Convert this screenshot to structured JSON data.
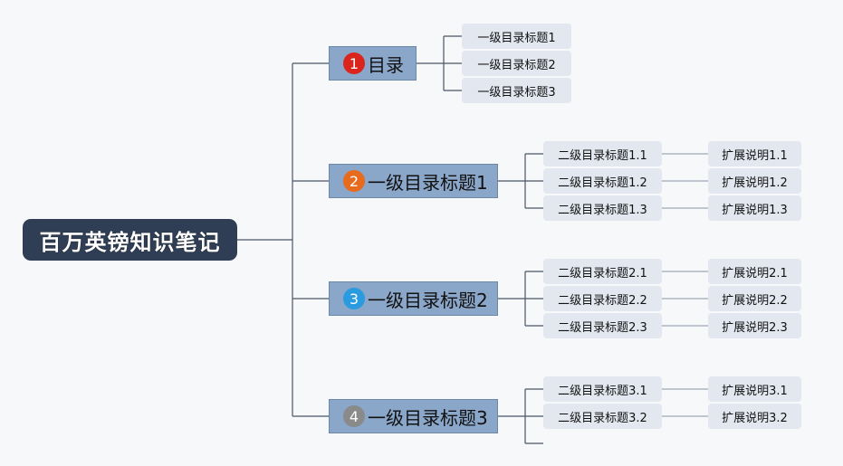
{
  "root": {
    "title": "百万英镑知识笔记"
  },
  "branches": [
    {
      "badge": "1",
      "badge_color": "#d9251c",
      "label": "目录",
      "children": [
        "一级目录标题1",
        "一级目录标题2",
        "一级目录标题3"
      ]
    },
    {
      "badge": "2",
      "badge_color": "#e86a1c",
      "label": "一级目录标题1",
      "children": [
        {
          "label": "二级目录标题1.1",
          "note": "扩展说明1.1"
        },
        {
          "label": "二级目录标题1.2",
          "note": "扩展说明1.2"
        },
        {
          "label": "二级目录标题1.3",
          "note": "扩展说明1.3"
        }
      ]
    },
    {
      "badge": "3",
      "badge_color": "#2b9be0",
      "label": "一级目录标题2",
      "children": [
        {
          "label": "二级目录标题2.1",
          "note": "扩展说明2.1"
        },
        {
          "label": "二级目录标题2.2",
          "note": "扩展说明2.2"
        },
        {
          "label": "二级目录标题2.3",
          "note": "扩展说明2.3"
        }
      ]
    },
    {
      "badge": "4",
      "badge_color": "#8a8a8a",
      "label": "一级目录标题3",
      "children": [
        {
          "label": "二级目录标题3.1",
          "note": "扩展说明3.1"
        },
        {
          "label": "二级目录标题3.2",
          "note": "扩展说明3.2"
        }
      ]
    }
  ]
}
